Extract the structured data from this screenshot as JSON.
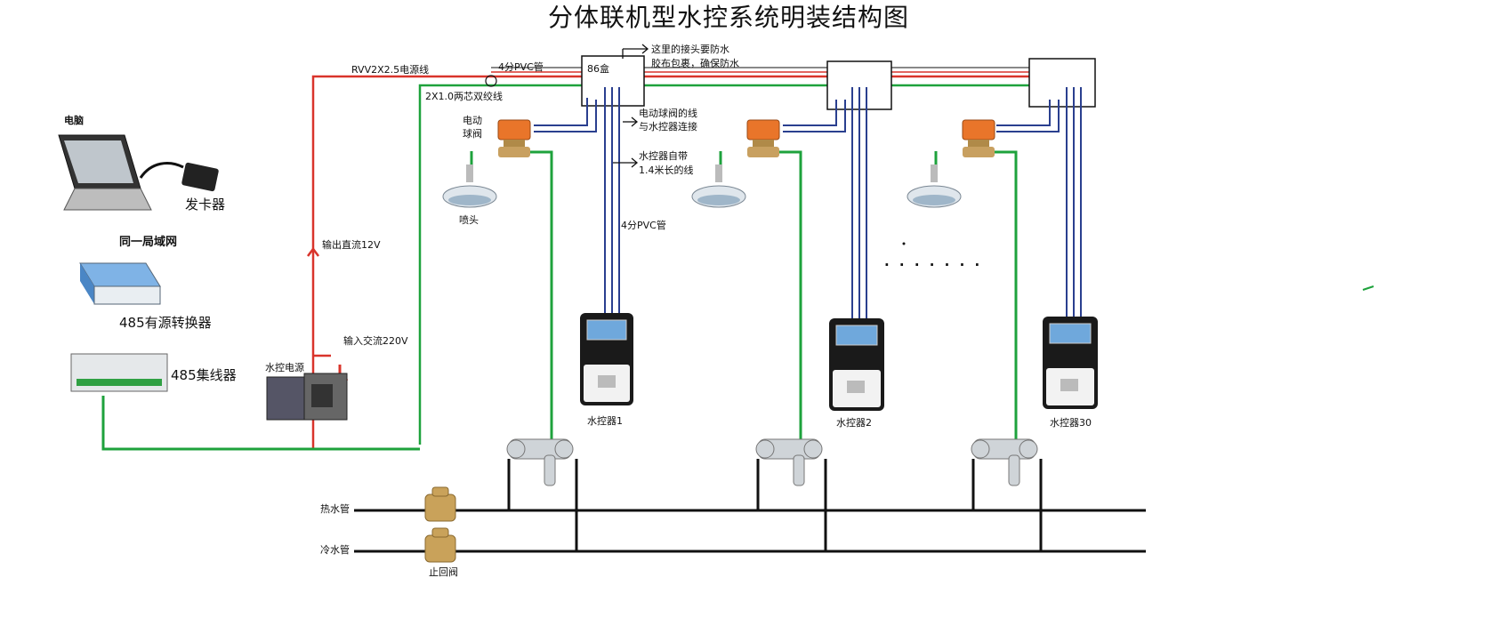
{
  "title": "分体联机型水控系统明装结构图",
  "labels": {
    "power_cable": "RVV2X2.5电源线",
    "pvc_top": "4分PVC管",
    "box86": "86盒",
    "twisted_pair": "2X1.0两芯双绞线",
    "waterproof_note_1": "这里的接头要防水",
    "waterproof_note_2": "胶布包裹，确保防水",
    "valve_wire_1": "电动球阀的线",
    "valve_wire_2": "与水控器连接",
    "controller_wire_1": "水控器自带",
    "controller_wire_2": "1.4米长的线",
    "pvc_vertical": "4分PVC管",
    "electric_valve_1": "电动",
    "electric_valve_2": "球阀",
    "shower_head": "喷头",
    "computer": "电脑",
    "card_issuer": "发卡器",
    "same_lan": "同一局域网",
    "converter": "485有源转换器",
    "hub": "485集线器",
    "power_supply": "水控电源",
    "output_dc": "输出直流12V",
    "input_ac": "输入交流220V",
    "controller_1": "水控器1",
    "controller_2": "水控器2",
    "controller_30": "水控器30",
    "hot_pipe": "热水管",
    "cold_pipe": "冷水管",
    "check_valve": "止回阀",
    "ellipsis": "· · · · · · ·"
  },
  "colors": {
    "red_line": "#d9342b",
    "green_line": "#1ea23c",
    "blue_line": "#2a3f8f",
    "pipe": "#111111",
    "valve_orange": "#e9752a"
  }
}
